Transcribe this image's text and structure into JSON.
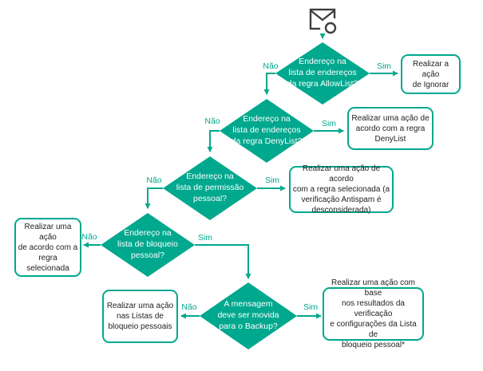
{
  "colors": {
    "accent_teal": "#00a88e",
    "icon_dark": "#3f3f3f",
    "action_text": "#222222",
    "background": "#ffffff"
  },
  "icon": {
    "name": "email-envelope-icon"
  },
  "labels": {
    "yes": "Sim",
    "no": "Não"
  },
  "decisions": {
    "allowlist": {
      "text": "Endereço na\nlista de endereços\nda regra AllowList?"
    },
    "denylist": {
      "text": "Endereço na\nlista de endereços\nda regra DenyList?"
    },
    "personal_allow": {
      "text": "Endereço na\nlista de permissão\npessoal?"
    },
    "personal_block": {
      "text": "Endereço na\nlista de bloqueio\npessoal?"
    },
    "move_backup": {
      "text": "A mensagem\ndeve ser movida\npara o Backup?"
    }
  },
  "actions": {
    "ignore": {
      "text": "Realizar a ação\nde Ignorar"
    },
    "denylist_rule": {
      "text": "Realizar uma ação de\nacordo com a regra\nDenyList"
    },
    "selected_rule_antispam": {
      "text": "Realizar uma ação de acordo\ncom a regra selecionada (a\nverificação Antispam é\ndesconsiderada)"
    },
    "selected_rule": {
      "text": "Realizar uma ação\nde acordo com a\nregra selecionada"
    },
    "personal_block_lists": {
      "text": "Realizar uma ação\nnas Listas de\nbloqueio pessoais"
    },
    "verification_results": {
      "text": "Realizar uma ação com base\nnos resultados da verificação\ne configurações da Lista de\nbloqueio pessoal*"
    }
  }
}
